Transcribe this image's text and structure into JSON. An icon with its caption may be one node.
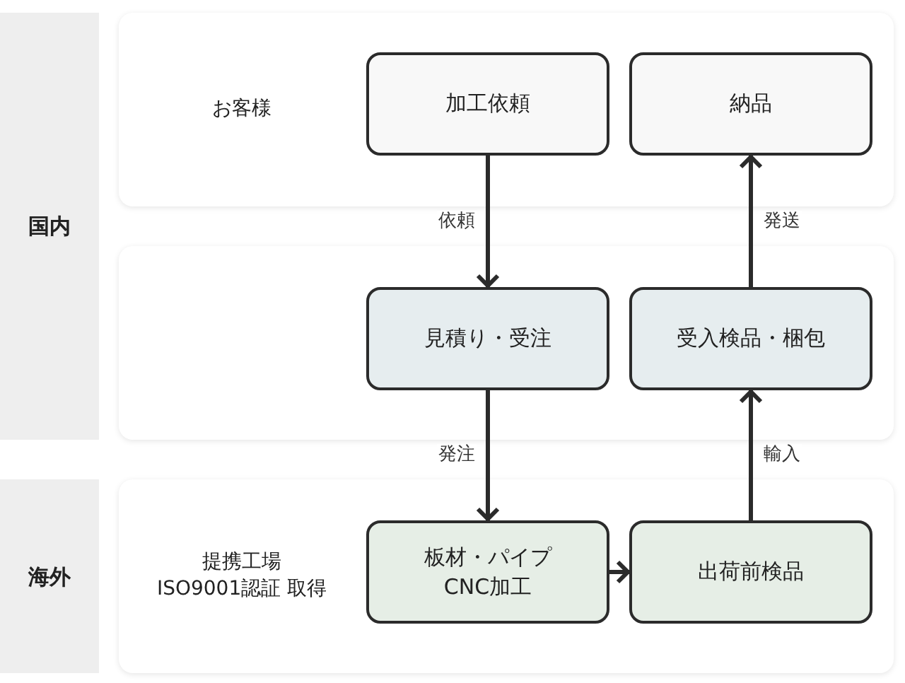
{
  "diagram": {
    "nodes": [
      {
        "text": [
          "国内"
        ]
      },
      {
        "text": [
          "お客様"
        ]
      },
      {
        "text": [
          "加工依頼"
        ],
        "in": 1
      },
      {
        "text": [
          "納品"
        ],
        "in": 1
      },
      {
        "text": [],
        "shape": "box"
      },
      {
        "text": [
          "見積り・受注"
        ],
        "in": 4
      },
      {
        "text": [
          "受入検品・梱包"
        ],
        "in": 4
      },
      {
        "text": [
          "海外"
        ]
      },
      {
        "text": [
          "提携工場 ISO9001認証 取得"
        ]
      },
      {
        "text": [
          "板材・パイプ CNC加工"
        ],
        "in": 8
      },
      {
        "text": [
          "出荷前検品"
        ],
        "in": 8
      }
    ],
    "edges": [
      {
        "from": 2,
        "to": 5,
        "arrow": "to",
        "label": "依頼"
      },
      {
        "from": 6,
        "to": 3,
        "arrow": "to",
        "label": "発送"
      },
      {
        "from": 5,
        "to": 9,
        "arrow": "to",
        "label": "発注"
      },
      {
        "from": 10,
        "to": 6,
        "arrow": "to",
        "label": "輸入"
      },
      {
        "from": 9,
        "to": 10,
        "arrow": "to"
      }
    ]
  }
}
